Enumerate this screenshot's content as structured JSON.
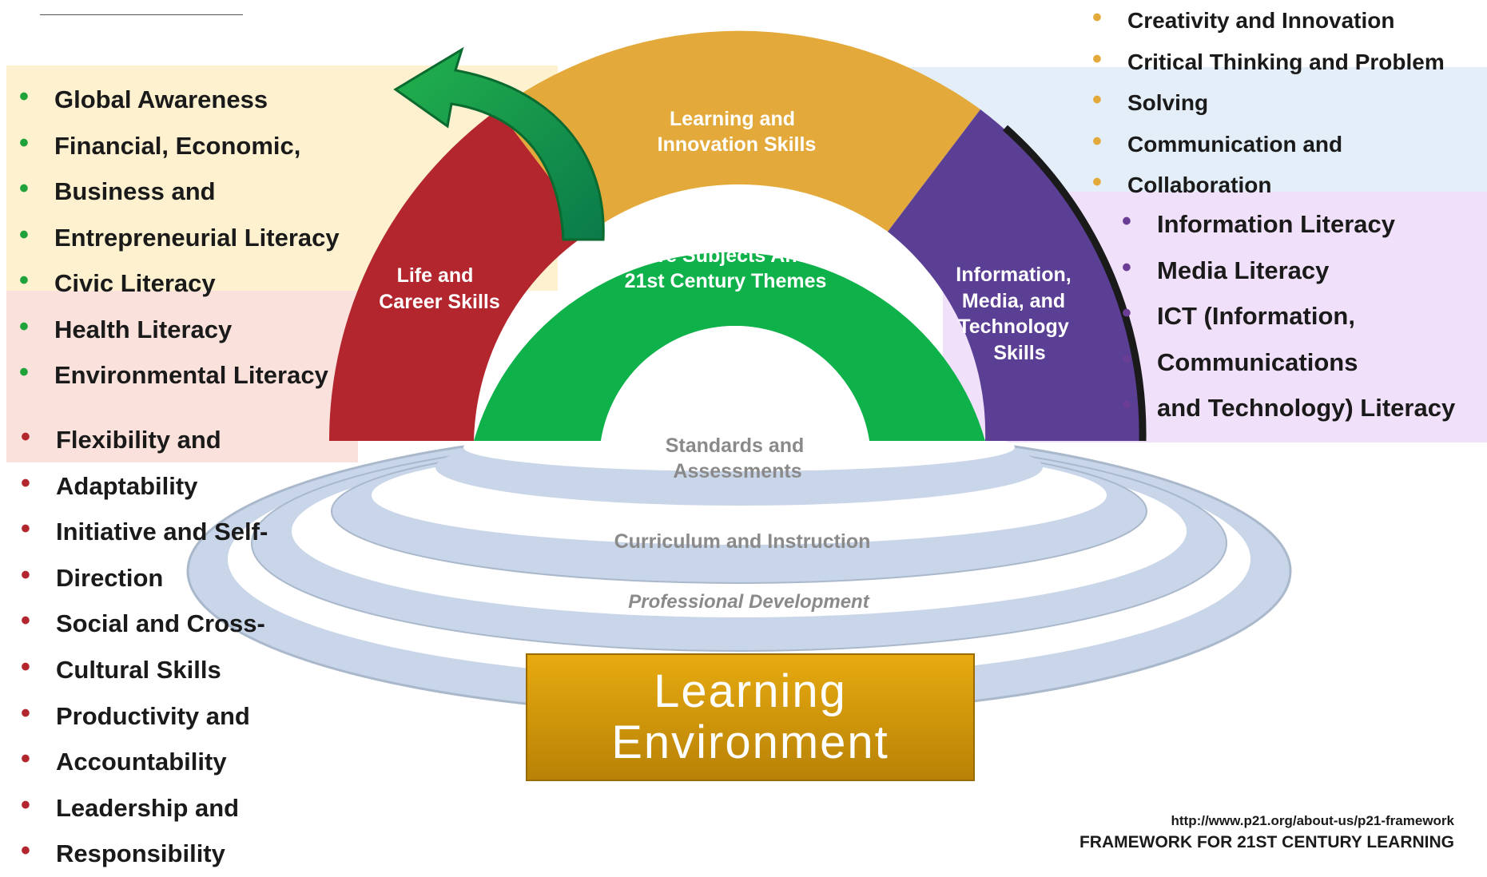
{
  "wedges": {
    "learning_innovation": "Learning and\nInnovation Skills",
    "life_career": "Life and\nCareer Skills",
    "core_subjects": "Core Subjects And\n21st Century Themes",
    "information_media": "Information,\nMedia, and\nTechnology\nSkills"
  },
  "rings": {
    "standards": "Standards and\nAssessments",
    "curriculum": "Curriculum and Instruction",
    "professional": "Professional Development"
  },
  "learning_environment": "Learning\nEnvironment",
  "themes_list": [
    "Global Awareness",
    "Financial, Economic,",
    "Business and",
    "Entrepreneurial Literacy",
    "Civic Literacy",
    "Health Literacy",
    "Environmental Literacy"
  ],
  "life_list": [
    "Flexibility and",
    "Adaptability",
    "Initiative and Self-",
    "Direction",
    "Social and Cross-",
    "Cultural Skills",
    "Productivity and",
    "Accountability",
    "Leadership and",
    "Responsibility"
  ],
  "learning_list": [
    "Creativity and Innovation",
    "Critical Thinking and Problem",
    "Solving",
    "Communication and",
    "Collaboration"
  ],
  "info_list": [
    "Information Literacy",
    "Media Literacy",
    "ICT (Information,",
    "Communications",
    "and Technology) Literacy"
  ],
  "source": {
    "url": "http://www.p21.org/about-us/p21-framework",
    "caption": "FRAMEWORK FOR 21ST CENTURY LEARNING"
  },
  "colors": {
    "life": "#b3262e",
    "learning": "#e3a93a",
    "core": "#0fb14a",
    "info": "#5b3f95",
    "ring": "#c8d4e6",
    "env_box": "#dca40c"
  }
}
